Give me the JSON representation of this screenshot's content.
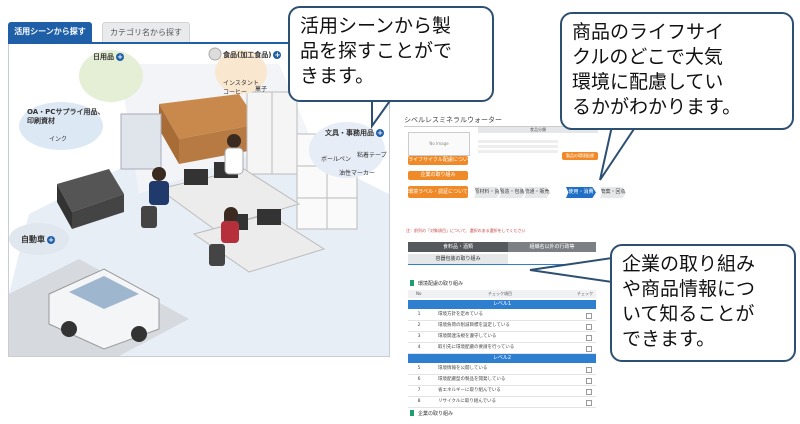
{
  "tabs": {
    "scene_tab": "活用シーンから探す",
    "category_tab": "カテゴリ名から探す"
  },
  "scene": {
    "daily_goods": "日用品",
    "food": "食品(加工食品)",
    "instant_coffee": "インスタント\nコーヒー",
    "sweets": "菓子",
    "oa": "OA・PCサプライ用品、\n印刷資材",
    "ink": "インク",
    "stationery": "文具・事務用品",
    "ballpen": "ボールペン",
    "tape": "粘着テープ",
    "marker": "油性マーカー",
    "car": "自動車"
  },
  "product": {
    "title": "シベルレスミネラルウォーター",
    "image_placeholder": "No Image",
    "category": "食品分類",
    "btn_lifecycle": "ライフサイクル配慮について",
    "btn_company": "企業の取り組み",
    "btn_certification": "環境ラベル・認証について",
    "lifecycle_tag": "製品の環境配慮",
    "steps": [
      "原材料・資材調達",
      "製造・包装",
      "流通・販売",
      "使用・消費",
      "廃棄・回収"
    ],
    "note": "注：前列の「対象項目」について、選択のある選択をしてください"
  },
  "table": {
    "head_left": "食料品・酒類",
    "head_right": "組織名以外の行政等",
    "sub_head": "容器包装の取り組み",
    "section1": "環境配慮の取り組み",
    "section2": "企業の取り組み",
    "col_no": "No",
    "col_check": "チェック項目",
    "col_mark": "チェック",
    "level1": "レベル1",
    "level2": "レベル2",
    "rows": [
      {
        "no": "1",
        "text": "環境方針を定めている"
      },
      {
        "no": "2",
        "text": "環境負荷の削減目標を設定している"
      },
      {
        "no": "3",
        "text": "環境関連法規を遵守している"
      },
      {
        "no": "4",
        "text": "取引先に環境配慮の要請を行っている"
      },
      {
        "no": "5",
        "text": "環境情報を公開している"
      },
      {
        "no": "6",
        "text": "環境配慮型の製品を開発している"
      },
      {
        "no": "7",
        "text": "省エネルギーに取り組んでいる"
      },
      {
        "no": "8",
        "text": "リサイクルに取り組んでいる"
      }
    ]
  },
  "callouts": {
    "scene": [
      "活用シーンから製",
      "品を探すことがで",
      "きます。"
    ],
    "lifecycle": [
      "商品のライフサイ",
      "クルのどこで大気",
      "環境に配慮してい",
      "るかがわかります。"
    ],
    "company": [
      "企業の取り組み",
      "や商品情報につ",
      "いて知ることが",
      "できます。"
    ]
  },
  "colors": {
    "brand": "#1f5fa8",
    "accent": "#f08a28",
    "callout_border": "#2d4f72"
  }
}
